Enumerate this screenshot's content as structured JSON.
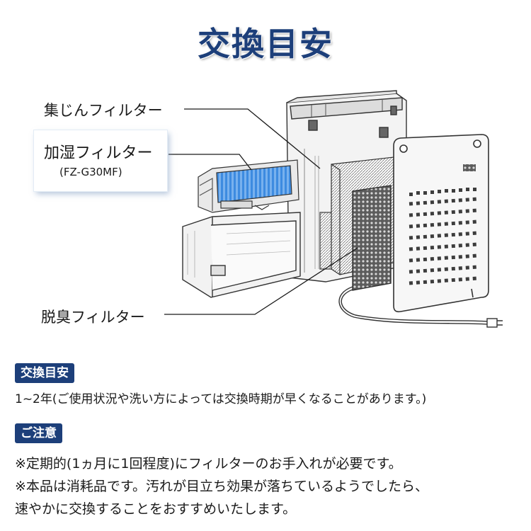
{
  "title": "交換目安",
  "diagram": {
    "label_dust": "集じんフィルター",
    "label_humid": "加湿フィルター",
    "label_humid_model": "(FZ-G30MF)",
    "label_deodor": "脱臭フィルター"
  },
  "section_replace": {
    "badge": "交換目安",
    "text": "1~2年(ご使用状況や洗い方によっては交換時期が早くなることがあります。)"
  },
  "section_notes": {
    "badge": "ご注意",
    "lines": [
      "※定期的(1ヵ月に1回程度)にフィルターのお手入れが必要です。",
      "※本品は消耗品です。汚れが目立ち効果が落ちているようでしたら、",
      "速やかに交換することをおすすめいたします。"
    ]
  },
  "colors": {
    "title": "#1d3f7a",
    "badge_bg": "#1d3f7a",
    "humid_filter": "#3d8be0"
  }
}
